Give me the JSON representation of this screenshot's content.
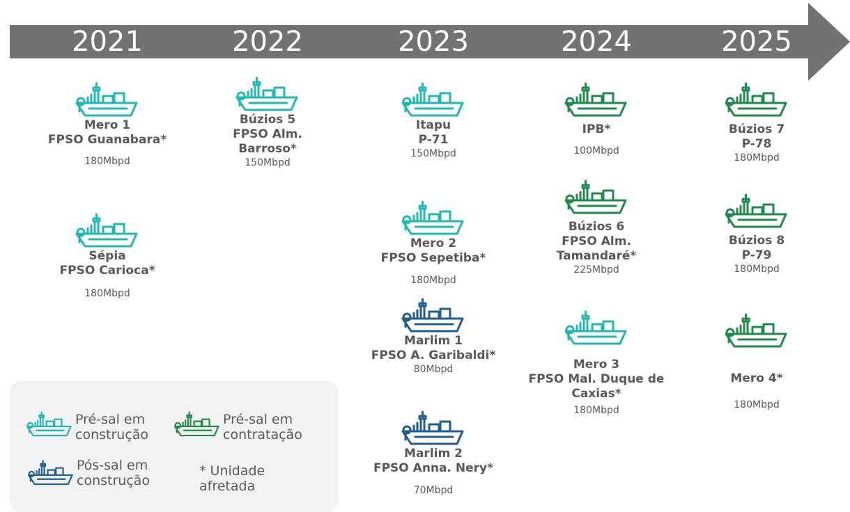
{
  "colors": {
    "arrow": "#727272",
    "pre_sal_construcao": "#22b8b0",
    "pre_sal_contratacao": "#1f8a4c",
    "pos_sal_construcao": "#1f5e8e",
    "text": "#595959"
  },
  "years": [
    "2021",
    "2022",
    "2023",
    "2024",
    "2025"
  ],
  "units": [
    {
      "id": "mero1",
      "year": "2021",
      "category": "pre_sal_construcao",
      "name_lines": [
        "Mero 1",
        "FPSO Guanabara*"
      ],
      "capacity": "180Mbpd"
    },
    {
      "id": "sepia",
      "year": "2021",
      "category": "pre_sal_construcao",
      "name_lines": [
        "Sépia",
        "FPSO Carioca*"
      ],
      "capacity": "180Mbpd"
    },
    {
      "id": "buzios5",
      "year": "2022",
      "category": "pre_sal_construcao",
      "name_lines": [
        "Búzios 5",
        "FPSO Alm.",
        "Barroso*"
      ],
      "capacity": "150Mbpd"
    },
    {
      "id": "itapu",
      "year": "2023",
      "category": "pre_sal_construcao",
      "name_lines": [
        "Itapu",
        "P-71"
      ],
      "capacity": "150Mbpd"
    },
    {
      "id": "mero2",
      "year": "2023",
      "category": "pre_sal_construcao",
      "name_lines": [
        "Mero 2",
        "FPSO Sepetiba*"
      ],
      "capacity": "180Mbpd"
    },
    {
      "id": "marlim1",
      "year": "2023",
      "category": "pos_sal_construcao",
      "name_lines": [
        "Marlim 1",
        "FPSO A. Garibaldi*"
      ],
      "capacity": "80Mbpd"
    },
    {
      "id": "marlim2",
      "year": "2023",
      "category": "pos_sal_construcao",
      "name_lines": [
        "Marlim 2",
        "FPSO Anna. Nery*"
      ],
      "capacity": "70Mbpd"
    },
    {
      "id": "ipb",
      "year": "2024",
      "category": "pre_sal_contratacao",
      "name_lines": [
        "IPB*"
      ],
      "capacity": "100Mbpd"
    },
    {
      "id": "buzios6",
      "year": "2024",
      "category": "pre_sal_contratacao",
      "name_lines": [
        "Búzios 6",
        "FPSO Alm.",
        "Tamandaré*"
      ],
      "capacity": "225Mbpd"
    },
    {
      "id": "mero3",
      "year": "2024",
      "category": "pre_sal_construcao",
      "name_lines": [
        "Mero 3",
        "FPSO Mal. Duque de",
        "Caxias*"
      ],
      "capacity": "180Mbpd"
    },
    {
      "id": "buzios7",
      "year": "2025",
      "category": "pre_sal_contratacao",
      "name_lines": [
        "Búzios 7",
        "P-78"
      ],
      "capacity": "180Mbpd"
    },
    {
      "id": "buzios8",
      "year": "2025",
      "category": "pre_sal_contratacao",
      "name_lines": [
        "Búzios 8",
        "P-79"
      ],
      "capacity": "180Mbpd"
    },
    {
      "id": "mero4",
      "year": "2025",
      "category": "pre_sal_contratacao",
      "name_lines": [
        "Mero 4*"
      ],
      "capacity": "180Mbpd"
    }
  ],
  "legend": {
    "pre_sal_construcao": [
      "Pré-sal em",
      "construção"
    ],
    "pre_sal_contratacao": [
      "Pré-sal em",
      "contratação"
    ],
    "pos_sal_construcao": [
      "Pós-sal em",
      "construção"
    ],
    "unidade_afretada": [
      "* Unidade",
      "afretada"
    ]
  }
}
